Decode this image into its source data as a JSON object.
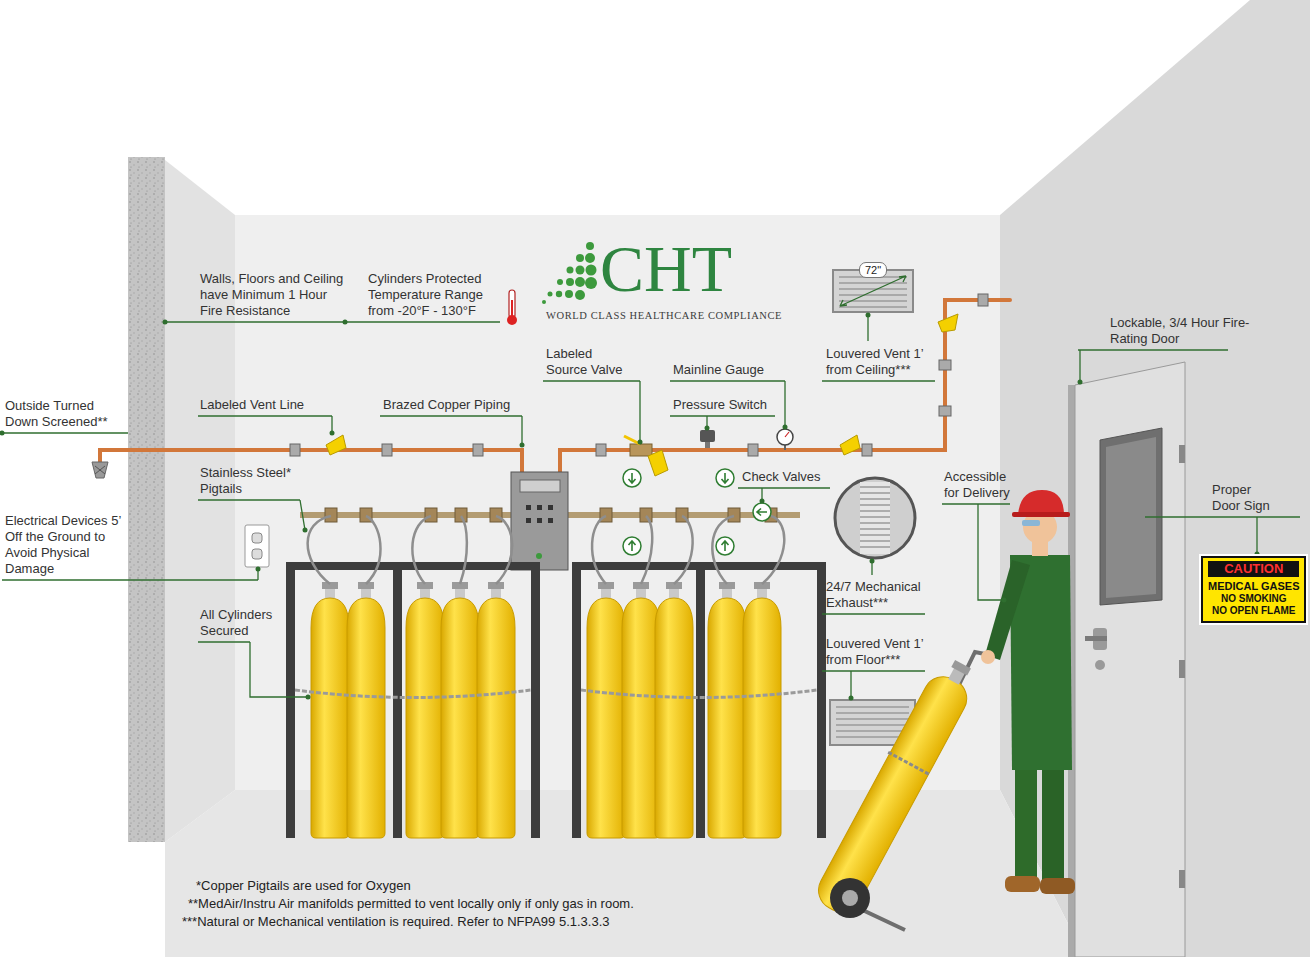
{
  "diagram": {
    "nodes": [
      {
        "text": [
          "CAUTION",
          "MEDICAL GASES",
          "NO SMOKING",
          "NO OPEN FLAME"
        ]
      }
    ],
    "labels": [
      "Walls, Floors and Ceiling have Minimum 1 Hour Fire Resistance",
      "Cylinders Protected Temperature Range from -20°F - 130°F",
      "CHT",
      "WORLD CLASS HEALTHCARE COMPLIANCE",
      "72\"",
      "Louvered Vent 1’ from Ceiling***",
      "Lockable, 3/4 Hour Fire-Rating Door",
      "Outside Turned Down Screened**",
      "Labeled Vent Line",
      "Brazed Copper Piping",
      "Labeled Source Valve",
      "Mainline Gauge",
      "Pressure Switch",
      "Stainless Steel* Pigtails",
      "Check Valves",
      "Accessible for Delivery",
      "Proper Door Sign",
      "Electrical Devices 5’ Off the Ground to Avoid Physical Damage",
      "All Cylinders Secured",
      "24/7 Mechanical Exhaust***",
      "Louvered Vent 1’ from Floor***",
      "*Copper Pigtails are used for Oxygen",
      "**MedAir/Instru Air manifolds permitted to vent locally only if only gas in room.",
      "***Natural or Mechanical ventilation is required. Refer to NFPA99 5.1.3.3.3"
    ]
  }
}
